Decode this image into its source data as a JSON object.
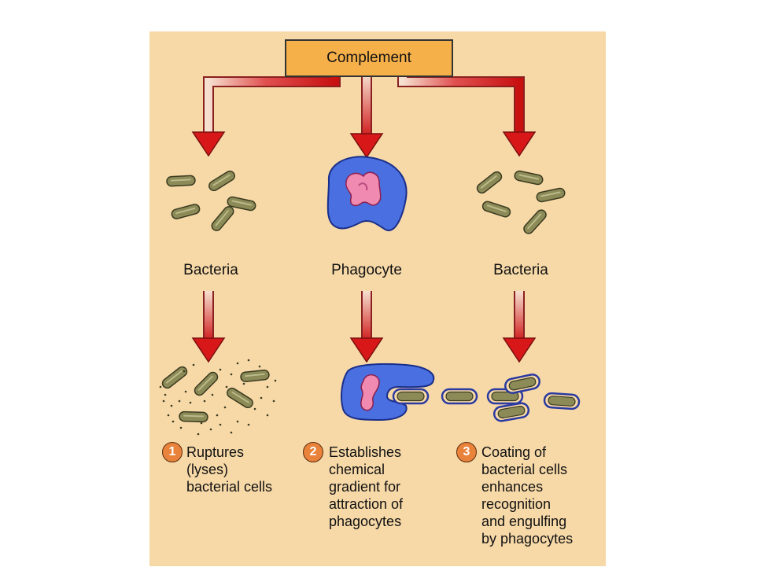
{
  "top_box": "Complement",
  "labels": {
    "left": "Bacteria",
    "center": "Phagocyte",
    "right": "Bacteria"
  },
  "steps": [
    {
      "number": "1",
      "text": "Ruptures\n(lyses)\nbacterial cells"
    },
    {
      "number": "2",
      "text": "Establishes\nchemical\ngradient for\nattraction of\nphagocytes"
    },
    {
      "number": "3",
      "text": "Coating of\nbacterial cells\nenhances\nrecognition\nand engulfing\nby phagocytes"
    }
  ],
  "colors": {
    "background": "#f7d9a8",
    "box": "#f6b04a",
    "arrow": "#d81818",
    "bacteria": "#8c8b57",
    "phagocyte": "#4a6fe0",
    "nucleus": "#f08ab0",
    "badge": "#e9823a"
  }
}
